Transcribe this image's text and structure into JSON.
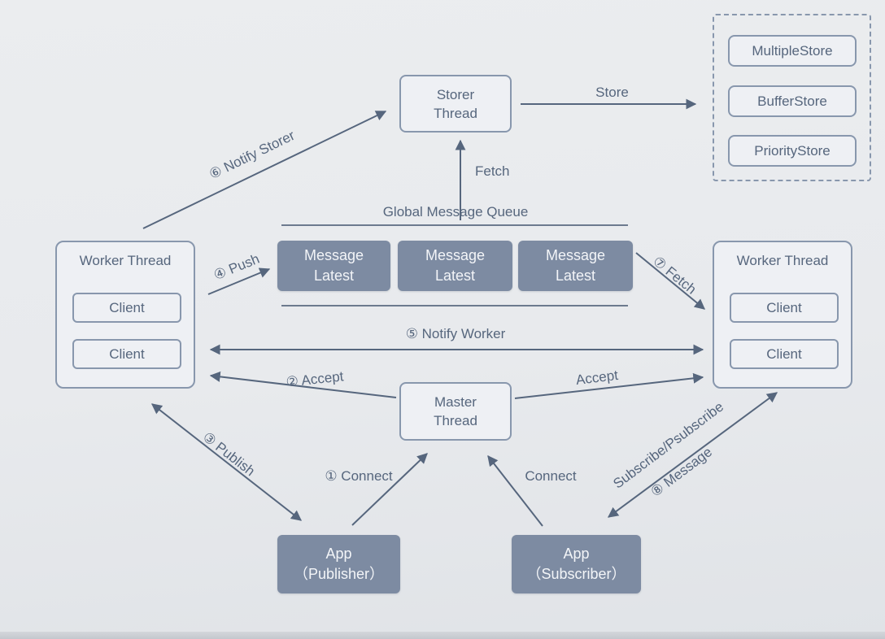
{
  "nodes": {
    "storer_thread": {
      "line1": "Storer",
      "line2": "Thread"
    },
    "store_types": {
      "items": [
        "MultipleStore",
        "BufferStore",
        "PriorityStore"
      ]
    },
    "queue": {
      "title": "Global Message Queue",
      "items": [
        {
          "line1": "Message",
          "line2": "Latest"
        },
        {
          "line1": "Message",
          "line2": "Latest"
        },
        {
          "line1": "Message",
          "line2": "Latest"
        }
      ]
    },
    "worker_left": {
      "label": "Worker Thread",
      "clients": [
        "Client",
        "Client"
      ]
    },
    "worker_right": {
      "label": "Worker Thread",
      "clients": [
        "Client",
        "Client"
      ]
    },
    "master_thread": {
      "line1": "Master",
      "line2": "Thread"
    },
    "app_publisher": {
      "line1": "App",
      "line2": "（Publisher）"
    },
    "app_subscriber": {
      "line1": "App",
      "line2": "（Subscriber）"
    }
  },
  "edges": {
    "notify_storer": {
      "label": "⑥ Notify Storer"
    },
    "store": {
      "label": "Store"
    },
    "fetch_storer": {
      "label": "Fetch"
    },
    "push": {
      "label": "④ Push"
    },
    "fetch_worker": {
      "label": "⑦ Fetch"
    },
    "notify_worker": {
      "label": "⑤ Notify Worker"
    },
    "accept_left": {
      "label": "② Accept"
    },
    "accept_right": {
      "label": "Accept"
    },
    "publish": {
      "label": "③ Publish"
    },
    "connect_left": {
      "label": "① Connect"
    },
    "connect_right": {
      "label": "Connect"
    },
    "subscribe": {
      "label": "Subscribe/Psubscribe"
    },
    "message": {
      "label": "⑧ Message"
    }
  },
  "colors": {
    "ink": "#56667d",
    "box-border": "#8897ad",
    "box-fill": "#eef0f4",
    "node-fill": "#7d8ba2",
    "node-text": "#f3f5f8",
    "bg-top": "#ebedef",
    "bg-mid": "#e8eaed",
    "bg-bottom": "#e0e3e7"
  }
}
